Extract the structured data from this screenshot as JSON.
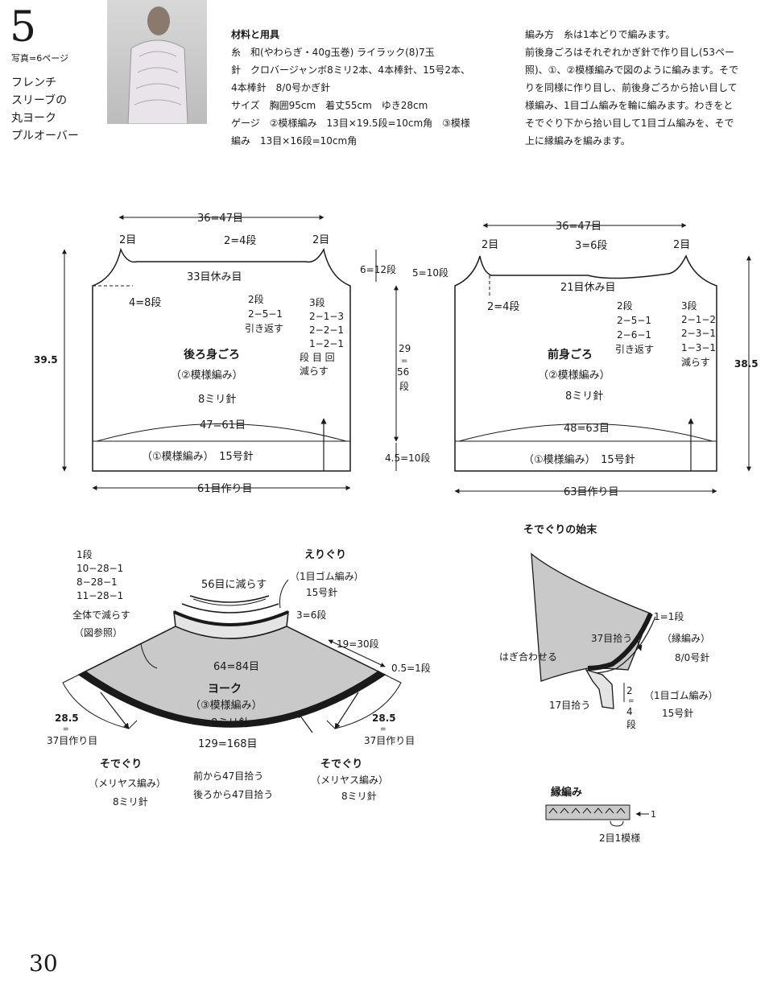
{
  "header": {
    "pattern_number": "5",
    "photo_ref": "写真=6ページ",
    "title_lines": [
      "フレンチ",
      "スリーブの",
      "丸ヨーク",
      "プルオーバー"
    ]
  },
  "materials": {
    "heading": "材料と用具",
    "lines": [
      "糸　和(やわらぎ・40g玉巻) ライラック(8)7玉",
      "針　クロバージャンボ8ミリ2本、4本棒針、15号2本、",
      "4本棒針　8/0号かぎ針",
      "サイズ　胸囲95cm　着丈55cm　ゆき28cm",
      "ゲージ　②模様編み　13目×19.5段=10cm角　③模様",
      "編み　13目×16段=10cm角"
    ]
  },
  "method": {
    "heading": "編み方",
    "lines": [
      "編み方　糸は1本どりで編みます。",
      "前後身ごろはそれぞれかぎ針で作り目し(53ペー",
      "照)、①、②模様編みで図のように編みます。そで",
      "りを同様に作り目し、前後身ごろから拾い目して",
      "様編み、1目ゴム編みを輪に編みます。わきをと",
      "そでぐり下から拾い目して1目ゴム編みを、そで",
      "上に縁編みを編みます。"
    ]
  },
  "back_body": {
    "top_width": "36=47目",
    "corner_left": "2目",
    "corner_right": "2目",
    "neck_depth": "2=4段",
    "neck_rest": "33目休み目",
    "shoulder_drop": "4=8段",
    "shoulder_rows": [
      "2段",
      "2−5−1",
      "引き返す"
    ],
    "armhole_rows": [
      "3段",
      "2−1−3",
      "2−2−1",
      "1−2−1",
      "段 目 回",
      "減らす"
    ],
    "name": "後ろ身ごろ",
    "pattern": "（②模様編み）",
    "needle": "8ミリ針",
    "width": "47=61目",
    "rib_label": "（①模様編み）　15号針",
    "cast_on": "61目作り目",
    "total_height": "39.5"
  },
  "middle_labels": {
    "armhole_back": "6=12段",
    "armhole_front": "5=10段",
    "body_height": [
      "29",
      "=",
      "56",
      "段"
    ],
    "rib_height": "4.5=10段"
  },
  "front_body": {
    "top_width": "36=47目",
    "corner_left": "2目",
    "corner_right": "2目",
    "neck_depth": "3=6段",
    "neck_rest": "21目休み目",
    "shoulder_drop": "2=4段",
    "shoulder_rows": [
      "2段",
      "2−5−1",
      "2−6−1",
      "引き返す"
    ],
    "armhole_rows": [
      "3段",
      "2−1−2",
      "2−3−1",
      "1−3−1",
      "減らす"
    ],
    "name": "前身ごろ",
    "pattern": "（②模様編み）",
    "needle": "8ミリ針",
    "width": "48=63目",
    "rib_label": "（①模様編み）　15号針",
    "cast_on": "63目作り目",
    "total_height": "38.5"
  },
  "yoke": {
    "decrease_rows": [
      "1段",
      "10−28−1",
      "8−28−1",
      "11−28−1",
      "全体で減らす",
      "（図参照）"
    ],
    "reduce_to": "56目に減らす",
    "neckband_title": "えりぐり",
    "neckband_pattern": "（1目ゴム編み）",
    "neckband_needle": "15号針",
    "neckband_height": "3=6段",
    "yoke_height": "19=30段",
    "edge_rows": "0.5=1段",
    "top_count": "64=84目",
    "name": "ヨーク",
    "pattern": "（③模様編み）",
    "needle": "8ミリ針",
    "bottom_count": "129=168目",
    "left_sleeve_w": [
      "28.5",
      "=",
      "37目作り目"
    ],
    "right_sleeve_w": [
      "28.5",
      "=",
      "37目作り目"
    ],
    "sleeve_title": "そでぐり",
    "sleeve_pattern": "（メリヤス編み）",
    "sleeve_needle": "8ミリ針",
    "pick_front": "前から47目拾う",
    "pick_back": "後ろから47目拾う"
  },
  "armhole_finish": {
    "title": "そでぐりの始末",
    "edge_rows": "1=1段",
    "pick_top": "37目拾う",
    "seam": "はぎ合わせる",
    "edge_pattern": "（縁編み）",
    "edge_needle": "8/0号針",
    "rib_height": [
      "2",
      "=",
      "4",
      "段"
    ],
    "pick_bottom": "17目拾う",
    "rib_pattern": "（1目ゴム編み）",
    "rib_needle": "15号針"
  },
  "edge_stitch": {
    "title": "縁編み",
    "row": "1",
    "repeat": "2目1模様"
  },
  "page_number": "30"
}
